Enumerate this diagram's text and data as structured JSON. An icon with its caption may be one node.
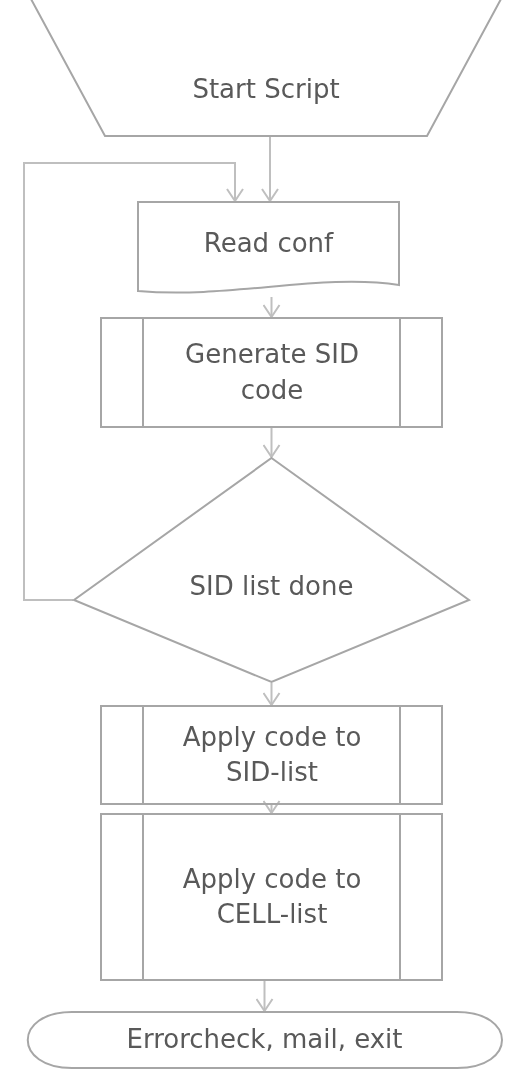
{
  "diagram": {
    "nodes": [
      {
        "text": [
          "Start Script"
        ]
      },
      {
        "text": [
          "Read conf"
        ]
      },
      {
        "text": [
          "Generate SID code"
        ]
      },
      {
        "text": [
          "SID list done"
        ]
      },
      {
        "text": [
          "Apply code to SID-list"
        ]
      },
      {
        "text": [
          "Apply code to CELL-list"
        ]
      },
      {
        "text": [
          "Errorcheck, mail, exit"
        ]
      }
    ],
    "edges": [
      {
        "from": 0,
        "to": 1,
        "arrow": "to"
      },
      {
        "from": 1,
        "to": 2,
        "arrow": "to"
      },
      {
        "from": 2,
        "to": 3,
        "arrow": "to"
      },
      {
        "from": 3,
        "to": 1,
        "arrow": "to"
      },
      {
        "from": 3,
        "to": 4,
        "arrow": "to"
      },
      {
        "from": 4,
        "to": 5,
        "arrow": "to"
      },
      {
        "from": 5,
        "to": 6,
        "arrow": "to"
      }
    ]
  }
}
